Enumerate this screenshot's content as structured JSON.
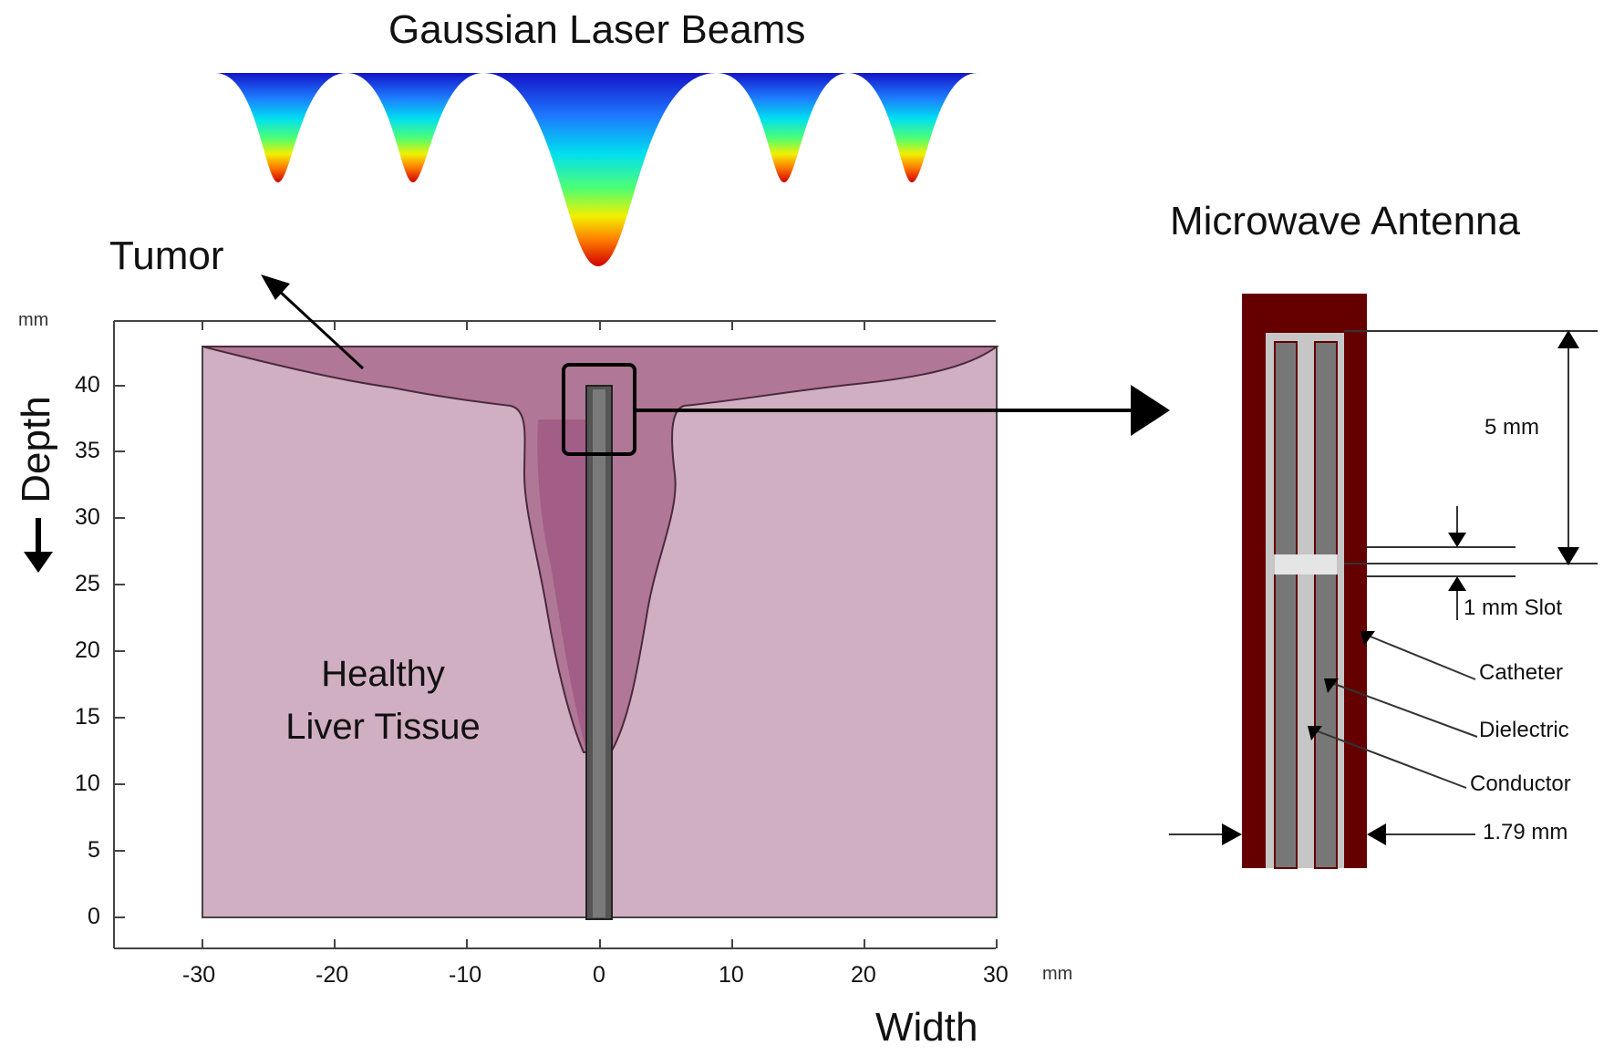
{
  "titles": {
    "laser": "Gaussian Laser Beams",
    "antenna": "Microwave Antenna"
  },
  "regions": {
    "tumor": "Tumor",
    "healthy_line1": "Healthy",
    "healthy_line2": "Liver Tissue"
  },
  "axes": {
    "x_label": "Width",
    "y_label": "Depth",
    "x_unit": "mm",
    "y_unit": "mm",
    "x_ticks": [
      "-30",
      "-20",
      "-10",
      "0",
      "10",
      "20",
      "30"
    ],
    "y_ticks": [
      "0",
      "5",
      "10",
      "15",
      "20",
      "25",
      "30",
      "35",
      "40"
    ]
  },
  "antenna": {
    "dim_length": "5 mm",
    "dim_slot": "1 mm Slot",
    "dim_diameter": "1.79 mm",
    "parts": [
      "Catheter",
      "Dielectric",
      "Conductor"
    ]
  },
  "colors": {
    "healthy": "#d1afc2",
    "tumor_light": "#b07896",
    "tumor_dark": "#a25e86",
    "catheter": "#650000",
    "dielectric": "#c6c6c6",
    "conductor": "#777777"
  }
}
